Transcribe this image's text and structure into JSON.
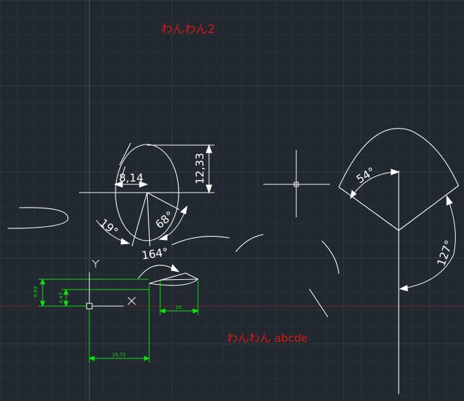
{
  "drawing": {
    "colors": {
      "background": "#212830",
      "grid_major": "#323a45",
      "grid_minor": "#29303a",
      "geometry": "#ffffff",
      "dimension": "#11e011",
      "annotation": "#d81818",
      "y_axis_line": "#2f6b3b",
      "x_axis_line": "#6b2a2a"
    },
    "annotations": {
      "top_text": "わんわん2",
      "bottom_text": "わんわん abcde"
    },
    "dimensions": {
      "ellipse_width": "8,14",
      "ellipse_height": "12,33",
      "angle_19": "19°",
      "angle_68": "68°",
      "angle_164": "164°",
      "angle_54": "54°",
      "angle_127": "127°",
      "green_6_93": "6,93",
      "green_4_47": "4,47",
      "green_10": "10",
      "green_15_72": "15,72"
    },
    "ucs": {
      "x_label": "X",
      "y_label": "Y"
    },
    "icons": {
      "crosshair": "crosshair-cursor-icon",
      "ucs": "ucs-icon"
    }
  }
}
